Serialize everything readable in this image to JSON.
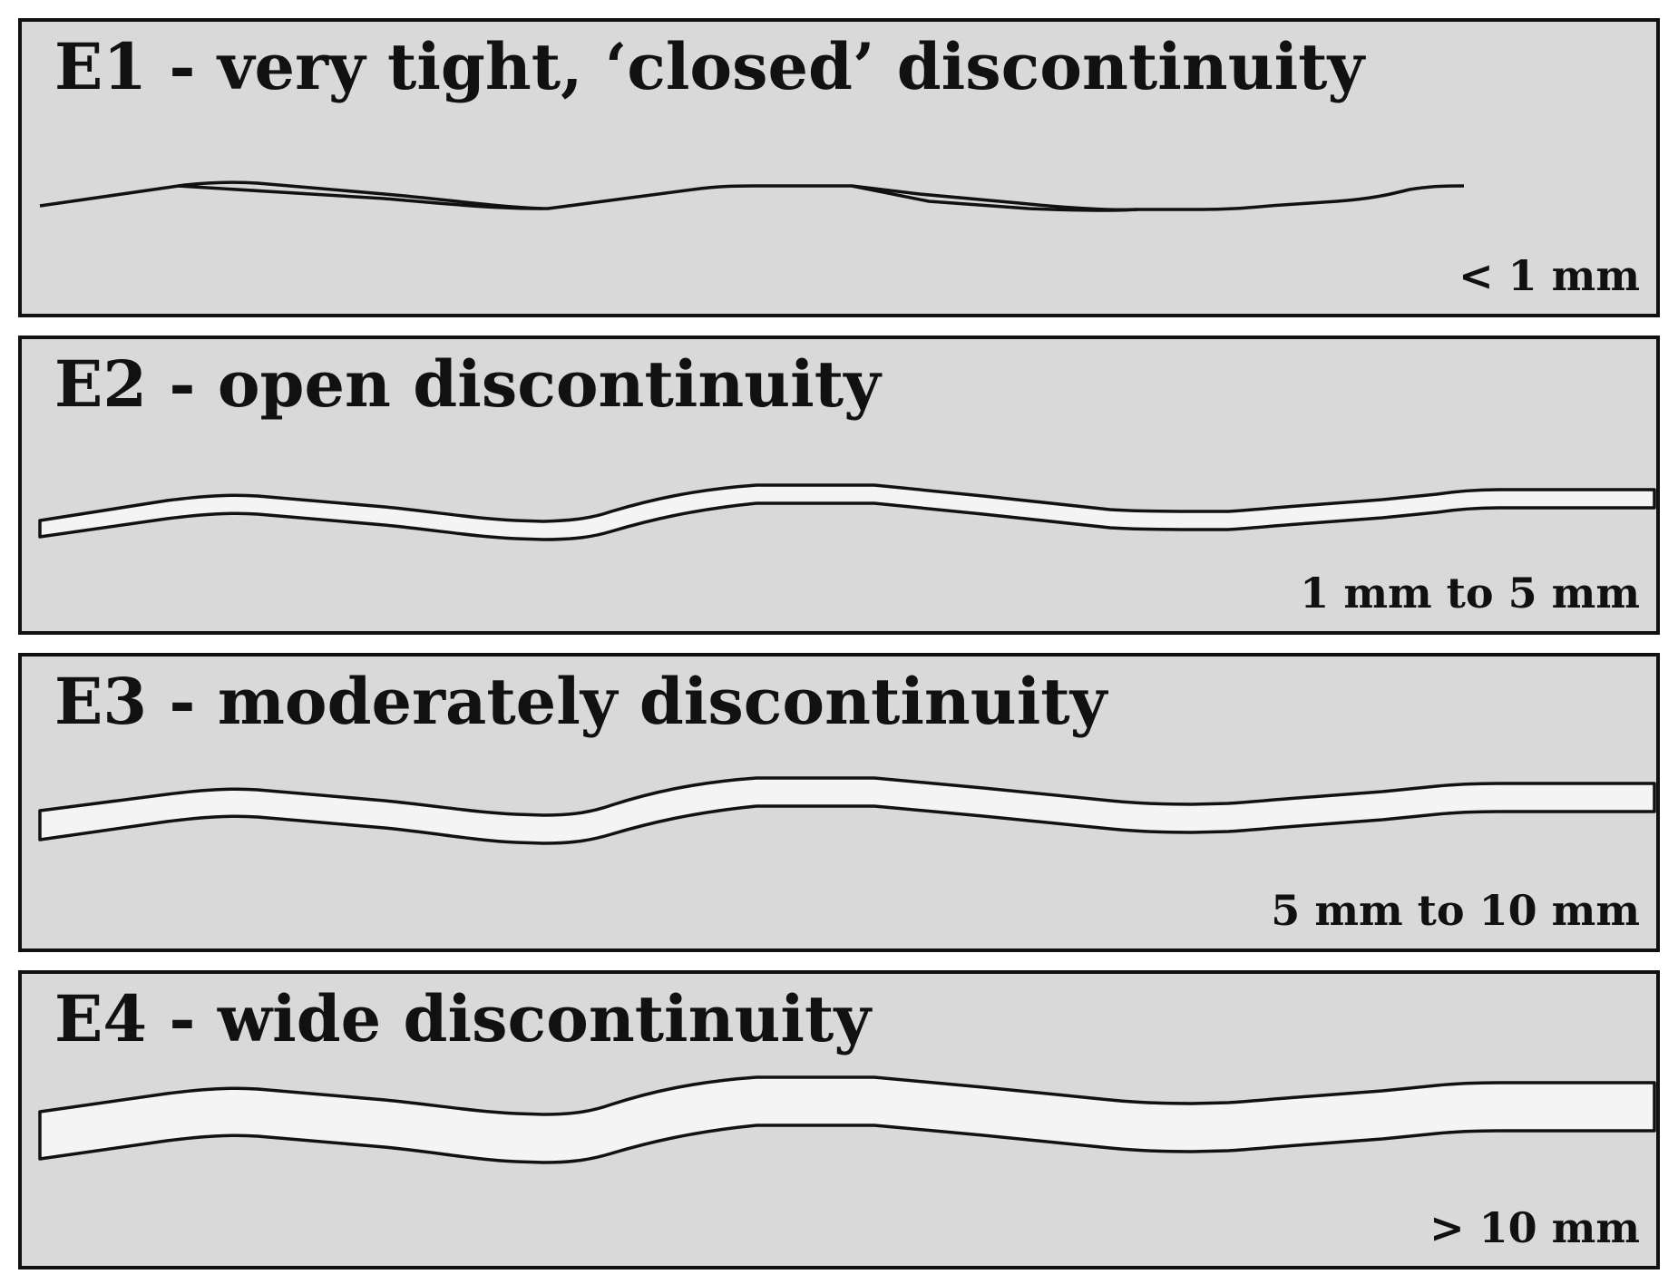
{
  "figure": {
    "panels": [
      {
        "code": "E1",
        "title": "E1 - very tight, ‘closed’ discontinuity",
        "aperture": "< 1 mm"
      },
      {
        "code": "E2",
        "title": "E2 - open discontinuity",
        "aperture": "1 mm to 5 mm"
      },
      {
        "code": "E3",
        "title": "E3 - moderately discontinuity",
        "aperture": "5 mm to 10 mm"
      },
      {
        "code": "E4",
        "title": "E4 - wide discontinuity",
        "aperture": "> 10 mm"
      }
    ]
  },
  "colors": {
    "panel_background": "#d9d9d9",
    "panel_border": "#111111",
    "fracture_fill": "#f4f4f4",
    "text": "#111111"
  }
}
